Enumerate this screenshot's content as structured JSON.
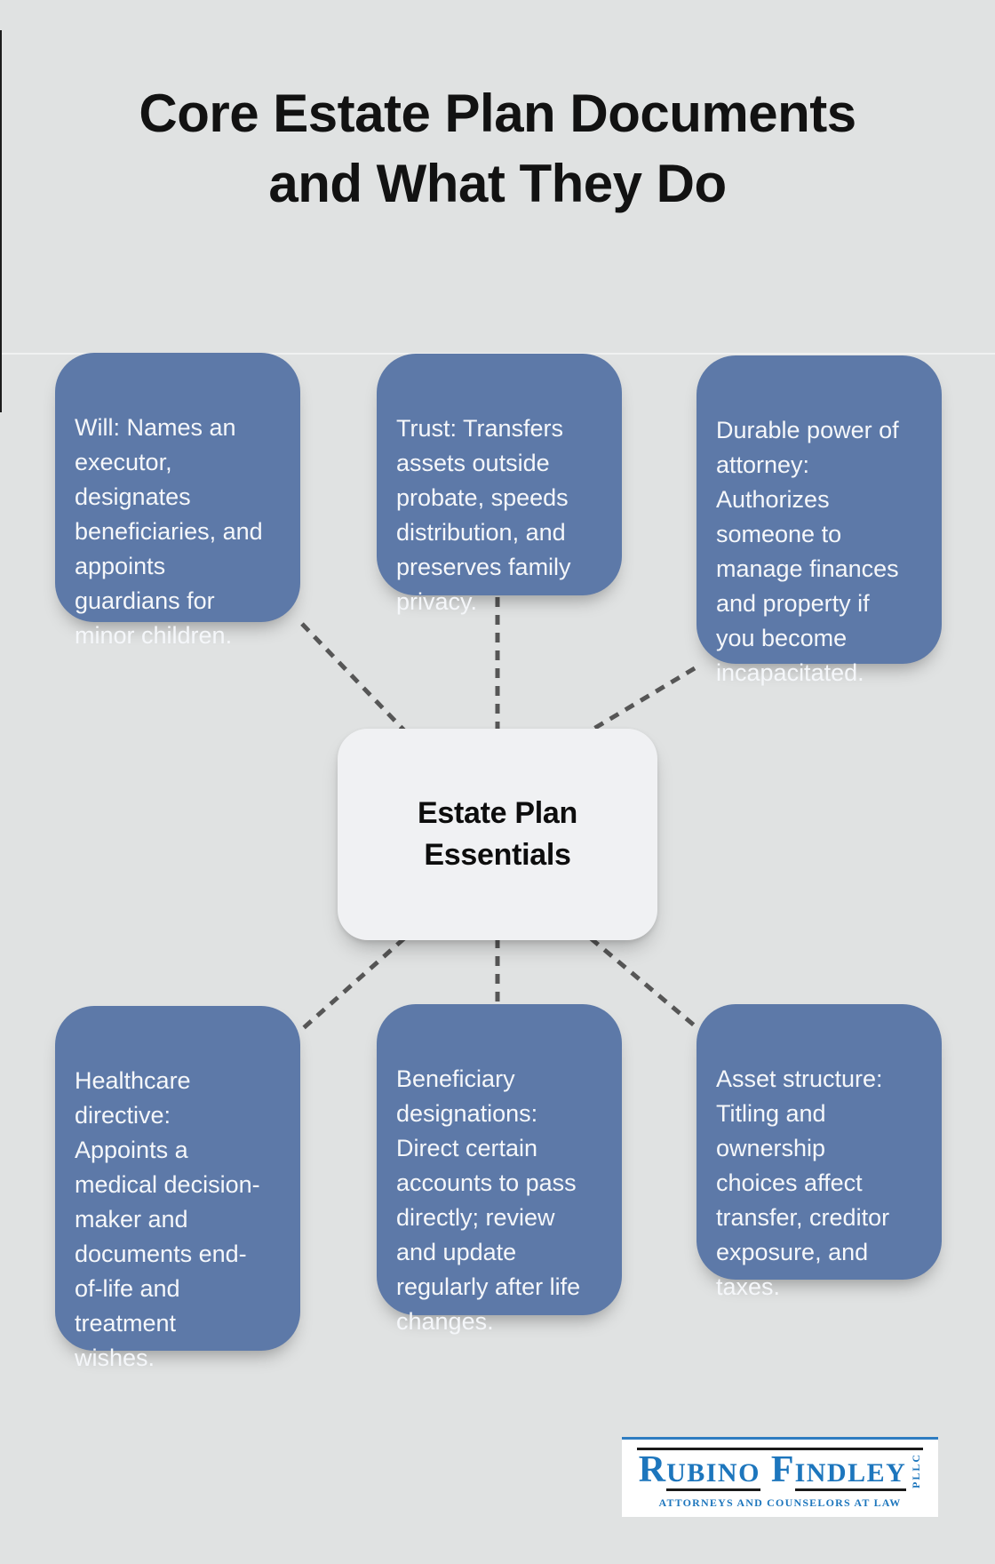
{
  "title": {
    "line1": "Core Estate Plan Documents",
    "line2": "and What They Do"
  },
  "center": {
    "label": "Estate Plan\nEssentials"
  },
  "nodes": [
    {
      "id": "will",
      "text": "Will: Names an\nexecutor,\ndesignates\nbeneficiaries, and\nappoints\nguardians for\nminor children."
    },
    {
      "id": "trust",
      "text": "Trust: Transfers\nassets outside\nprobate, speeds\ndistribution, and\npreserves family\nprivacy."
    },
    {
      "id": "durable-power-of-attorney",
      "text": "Durable power of\nattorney:\nAuthorizes\nsomeone to\nmanage finances\nand property if\nyou become\nincapacitated."
    },
    {
      "id": "healthcare-directive",
      "text": "Healthcare\ndirective:\nAppoints a\nmedical decision-\nmaker and\ndocuments end-\nof-life and\ntreatment\nwishes."
    },
    {
      "id": "beneficiary-designations",
      "text": "Beneficiary\ndesignations:\nDirect certain\naccounts to pass\ndirectly; review\nand update\nregularly after life\nchanges."
    },
    {
      "id": "asset-structure",
      "text": "Asset structure:\nTitling and\nownership\nchoices affect\ntransfer, creditor\nexposure, and\ntaxes."
    }
  ],
  "logo": {
    "name_initial1": "R",
    "name_rest1": "UBINO",
    "name_initial2": "F",
    "name_rest2": "INDLEY",
    "suffix": "PLLC",
    "tagline": "ATTORNEYS AND COUNSELORS AT LAW"
  },
  "colors": {
    "background": "#e0e2e2",
    "node_fill": "#5d79a8",
    "node_text": "#f5f7fa",
    "center_fill": "#f0f1f3",
    "center_text": "#0d0d0d",
    "connector": "#565656",
    "title_text": "#121212",
    "logo_blue": "#1d76bd",
    "logo_rule": "#1a1a1a"
  }
}
